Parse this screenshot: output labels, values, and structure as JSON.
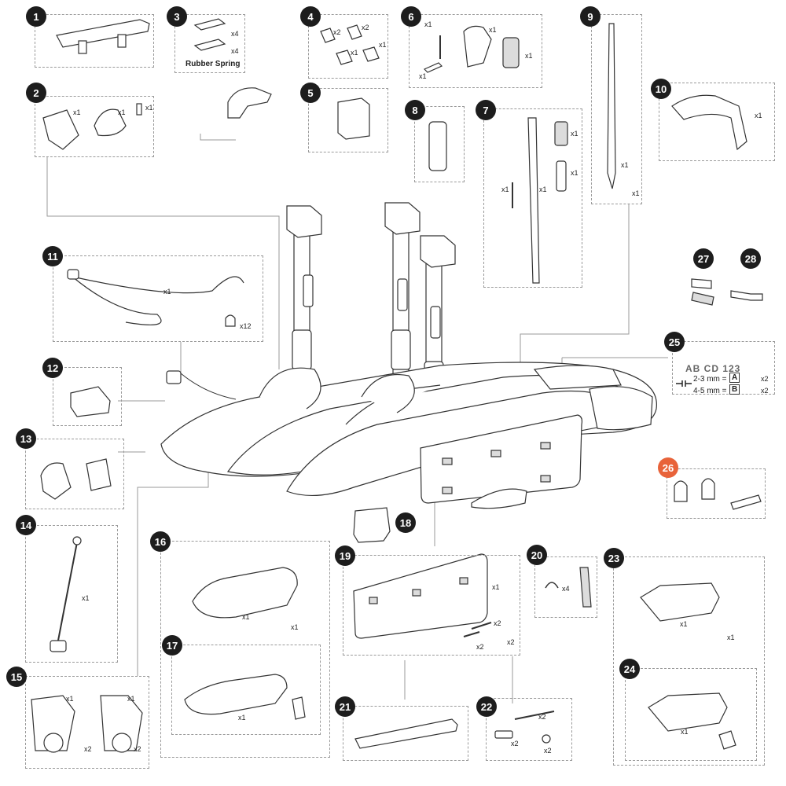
{
  "colors": {
    "badge": "#1d1d1d",
    "badge_highlight": "#e8633a",
    "ink": "#333333",
    "dashed_border": "#9a9a9a"
  },
  "parts": [
    {
      "n": "1",
      "qty": []
    },
    {
      "n": "2",
      "qty": [
        "x1",
        "x1",
        "x1"
      ]
    },
    {
      "n": "3",
      "qty": [
        "x4",
        "x4"
      ],
      "label": "Rubber Spring"
    },
    {
      "n": "4",
      "qty": [
        "x2",
        "x2",
        "x1",
        "x1"
      ]
    },
    {
      "n": "5",
      "qty": []
    },
    {
      "n": "6",
      "qty": [
        "x1",
        "x1",
        "x1",
        "x1"
      ]
    },
    {
      "n": "7",
      "qty": [
        "x1",
        "x1",
        "x1",
        "x1"
      ]
    },
    {
      "n": "8",
      "qty": []
    },
    {
      "n": "9",
      "qty": [
        "x1",
        "x1"
      ]
    },
    {
      "n": "10",
      "qty": [
        "x1"
      ]
    },
    {
      "n": "11",
      "qty": [
        "x1",
        "x12"
      ]
    },
    {
      "n": "12",
      "qty": []
    },
    {
      "n": "13",
      "qty": []
    },
    {
      "n": "14",
      "qty": [
        "x1"
      ]
    },
    {
      "n": "15",
      "qty": [
        "x1",
        "x1",
        "x2",
        "x2"
      ]
    },
    {
      "n": "16",
      "qty": [
        "x1",
        "x1"
      ]
    },
    {
      "n": "17",
      "qty": [
        "x1"
      ]
    },
    {
      "n": "18",
      "qty": []
    },
    {
      "n": "19",
      "qty": [
        "x1",
        "x2",
        "x2",
        "x2"
      ]
    },
    {
      "n": "20",
      "qty": [
        "x4"
      ]
    },
    {
      "n": "21",
      "qty": []
    },
    {
      "n": "22",
      "qty": [
        "x2",
        "x2",
        "x2"
      ]
    },
    {
      "n": "23",
      "qty": [
        "x1",
        "x1"
      ]
    },
    {
      "n": "24",
      "qty": [
        "x1"
      ]
    },
    {
      "n": "25",
      "plate": "AB CD 123",
      "rows": [
        {
          "range": "2-3 mm =",
          "code": "A",
          "qty": "x2"
        },
        {
          "range": "4-5 mm =",
          "code": "B",
          "qty": "x2"
        }
      ]
    },
    {
      "n": "26",
      "highlight": true
    },
    {
      "n": "27",
      "qty": []
    },
    {
      "n": "28",
      "qty": []
    }
  ]
}
